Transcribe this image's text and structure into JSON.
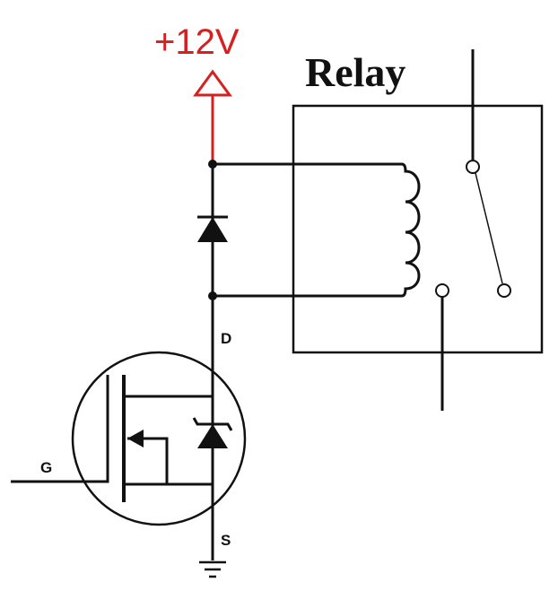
{
  "labels": {
    "supply": "+12V",
    "relay": "Relay",
    "drain": "D",
    "gate": "G",
    "source": "S"
  },
  "colors": {
    "supply": "#d62020",
    "wire": "#111111",
    "background": "#ffffff"
  },
  "symbols": {
    "supply": "supply-arrow-icon",
    "diode": "flyback-diode-icon",
    "coil": "relay-coil-icon",
    "switch": "relay-switch-icon",
    "mosfet": "n-channel-mosfet-icon",
    "zener": "body-zener-diode-icon",
    "ground": "ground-icon"
  }
}
